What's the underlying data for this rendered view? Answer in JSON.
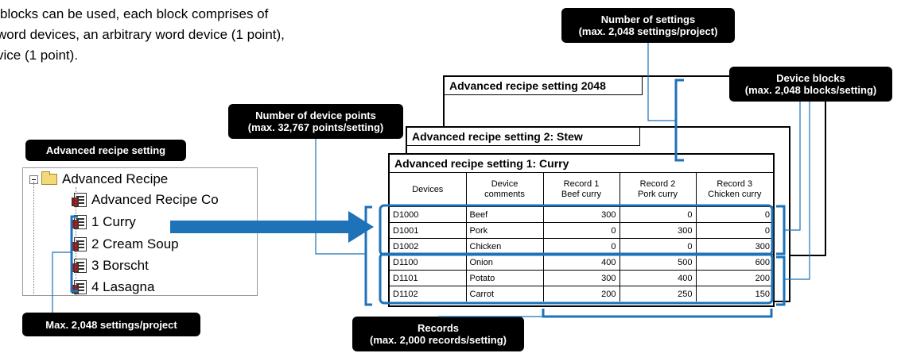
{
  "intro": {
    "line1": "blocks can be used, each block comprises of",
    "line2": "word devices, an arbitrary word device (1 point),",
    "line3": "vice (1 point)."
  },
  "callouts": {
    "num_settings": {
      "line1": "Number of settings",
      "line2": "(max. 2,048 settings/project)"
    },
    "device_blocks": {
      "line1": "Device blocks",
      "line2": "(max. 2,048 blocks/setting)"
    },
    "device_points": {
      "line1": "Number of device points",
      "line2": "(max. 32,767 points/setting)"
    },
    "adv_recipe_setting": "Advanced recipe setting",
    "max_settings": "Max. 2,048 settings/project",
    "records": {
      "line1": "Records",
      "line2": "(max. 2,000 records/setting)"
    }
  },
  "tree": {
    "root": "Advanced Recipe",
    "items": [
      "Advanced Recipe Co",
      "1 Curry",
      "2 Cream Soup",
      "3 Borscht",
      "4 Lasagna"
    ]
  },
  "sheets": {
    "back_title": "Advanced recipe setting 2048",
    "middle_title": "Advanced recipe setting 2: Stew",
    "front_title": "Advanced recipe setting 1: Curry"
  },
  "table": {
    "headers": [
      {
        "line1": "Devices",
        "line2": ""
      },
      {
        "line1": "Device",
        "line2": "comments"
      },
      {
        "line1": "Record 1",
        "line2": "Beef curry"
      },
      {
        "line1": "Record 2",
        "line2": "Pork curry"
      },
      {
        "line1": "Record 3",
        "line2": "Chicken curry"
      }
    ],
    "rows": [
      [
        "D1000",
        "Beef",
        "300",
        "0",
        "0"
      ],
      [
        "D1001",
        "Pork",
        "0",
        "300",
        "0"
      ],
      [
        "D1002",
        "Chicken",
        "0",
        "0",
        "300"
      ],
      [
        "D1100",
        "Onion",
        "400",
        "500",
        "600"
      ],
      [
        "D1101",
        "Potato",
        "300",
        "400",
        "200"
      ],
      [
        "D1102",
        "Carrot",
        "200",
        "250",
        "150"
      ]
    ]
  },
  "colors": {
    "accent": "#1d72b8",
    "callout_bg": "#000000",
    "folder": "#f3d97a"
  }
}
